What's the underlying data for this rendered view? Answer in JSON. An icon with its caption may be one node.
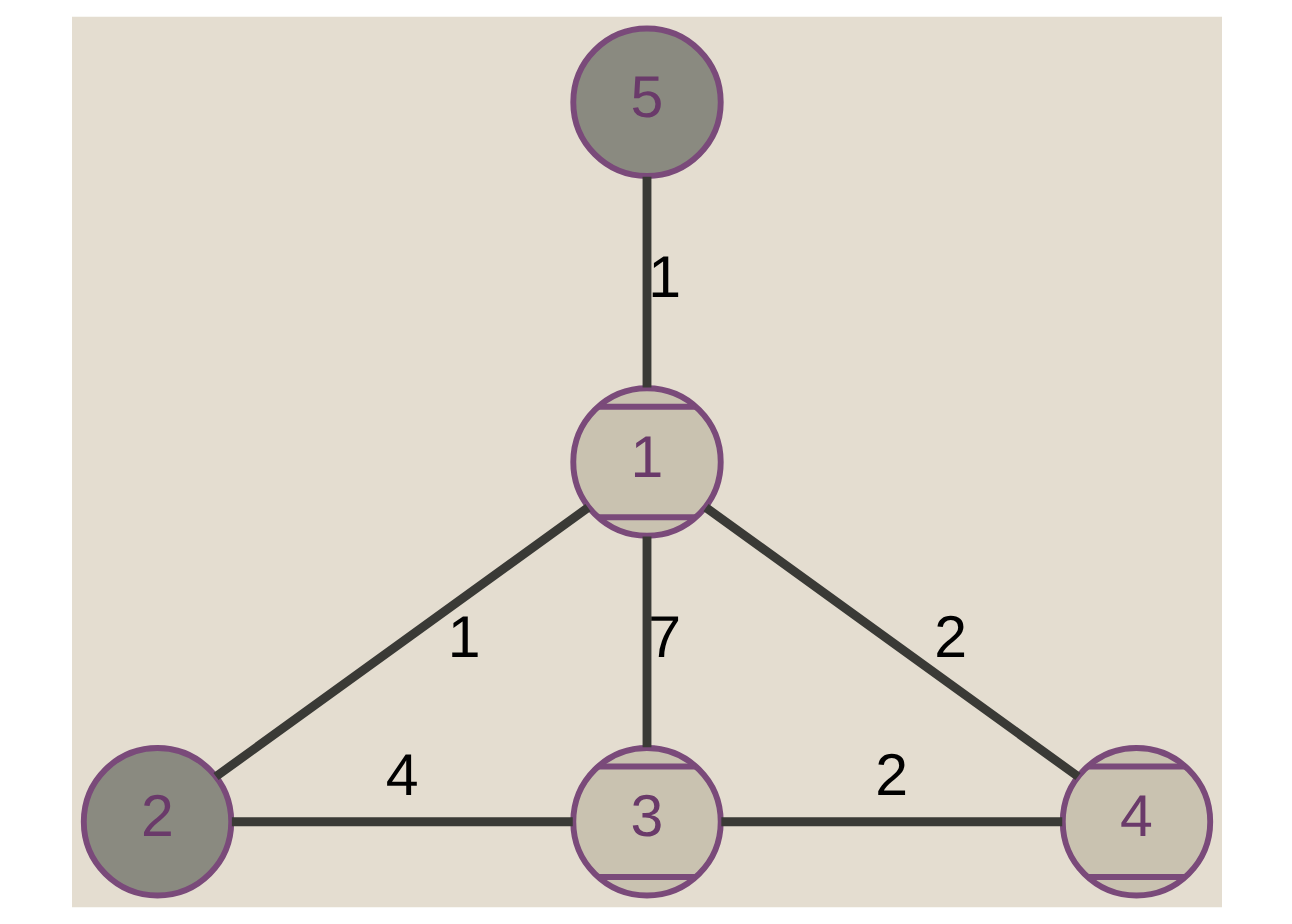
{
  "diagram": {
    "nodes": [
      {
        "text": [
          "5"
        ]
      },
      {
        "text": [
          "1"
        ]
      },
      {
        "text": [
          "2"
        ]
      },
      {
        "text": [
          "3"
        ]
      },
      {
        "text": [
          "4"
        ]
      }
    ],
    "edges": [
      {
        "from": 0,
        "to": 1,
        "arrow": "none",
        "label": "1"
      },
      {
        "from": 1,
        "to": 2,
        "arrow": "none",
        "label": "1"
      },
      {
        "from": 1,
        "to": 3,
        "arrow": "none",
        "label": "7"
      },
      {
        "from": 1,
        "to": 4,
        "arrow": "none",
        "label": "2"
      },
      {
        "from": 2,
        "to": 3,
        "arrow": "none",
        "label": "4"
      },
      {
        "from": 3,
        "to": 4,
        "arrow": "none",
        "label": "2"
      }
    ]
  }
}
